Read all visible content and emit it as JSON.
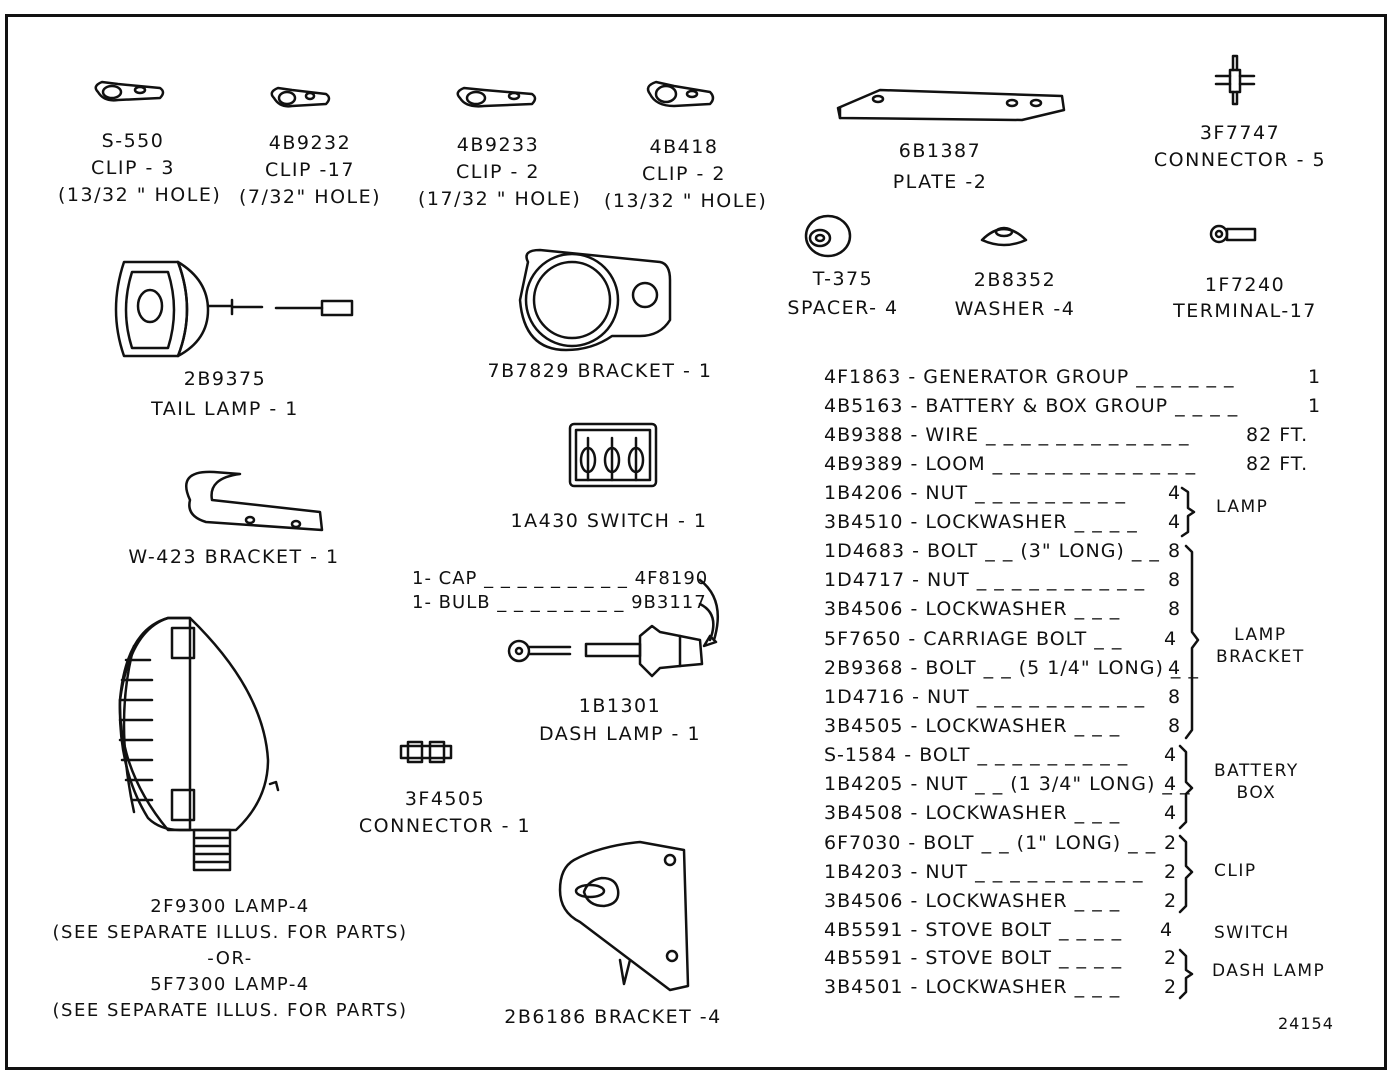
{
  "parts": {
    "s550": {
      "number": "S-550",
      "name": "CLIP - 3",
      "note": "(13/32 \" HOLE)"
    },
    "b9232": {
      "number": "4B9232",
      "name": "CLIP -17",
      "note": "(7/32\" HOLE)"
    },
    "b9233": {
      "number": "4B9233",
      "name": "CLIP - 2",
      "note": "(17/32 \" HOLE)"
    },
    "b418": {
      "number": "4B418",
      "name": "CLIP - 2",
      "note": "(13/32 \" HOLE)"
    },
    "plate": {
      "number": "6B1387",
      "name": "PLATE -2"
    },
    "connector5": {
      "number": "3F7747",
      "name": "CONNECTOR - 5"
    },
    "spacer": {
      "number": "T-375",
      "name": "SPACER- 4"
    },
    "washer": {
      "number": "2B8352",
      "name": "WASHER -4"
    },
    "terminal": {
      "number": "1F7240",
      "name": "TERMINAL-17"
    },
    "taillamp": {
      "number": "2B9375",
      "name": "TAIL LAMP - 1"
    },
    "bracket_7b": {
      "label": "7B7829 BRACKET - 1"
    },
    "switch": {
      "label": "1A430 SWITCH - 1"
    },
    "bracket_w": {
      "label": "W-423 BRACKET - 1"
    },
    "dashlamp": {
      "number": "1B1301",
      "name": "DASH LAMP - 1",
      "cap": "1- CAP",
      "cap_part": "4F8190",
      "bulb": "1- BULB",
      "bulb_part": "9B3117"
    },
    "connector1": {
      "number": "3F4505",
      "name": "CONNECTOR - 1"
    },
    "lamp": {
      "line1": "2F9300 LAMP-4",
      "line2": "(SEE SEPARATE ILLUS. FOR PARTS)",
      "line3": "-OR-",
      "line4": "5F7300 LAMP-4",
      "line5": "(SEE SEPARATE ILLUS. FOR PARTS)"
    },
    "bracket_2b": {
      "label": "2B6186 BRACKET -4"
    }
  },
  "parts_list": [
    {
      "desc": "4F1863 - GENERATOR GROUP _ _ _ _ _ _",
      "qty": "1"
    },
    {
      "desc": "4B5163 - BATTERY & BOX GROUP _ _ _ _",
      "qty": "1"
    },
    {
      "desc": "4B9388 - WIRE _ _ _ _ _ _ _ _ _ _ _ _",
      "qty": "82 FT."
    },
    {
      "desc": "4B9389 - LOOM _ _ _ _ _ _ _ _ _ _ _ _",
      "qty": "82 FT."
    },
    {
      "desc": "1B4206 - NUT _ _ _ _ _ _ _ _ _",
      "qty": "4"
    },
    {
      "desc": "3B4510 - LOCKWASHER _ _ _ _",
      "qty": "4"
    },
    {
      "desc": "1D4683 - BOLT _ _ (3\" LONG) _ _",
      "qty": "8"
    },
    {
      "desc": "1D4717 - NUT _ _ _ _ _ _ _ _ _ _",
      "qty": "8"
    },
    {
      "desc": "3B4506 - LOCKWASHER _ _ _",
      "qty": "8"
    },
    {
      "desc": "5F7650 - CARRIAGE BOLT _ _",
      "qty": "4"
    },
    {
      "desc": "2B9368 - BOLT _ _ (5 1/4\" LONG) _ _",
      "qty": "4"
    },
    {
      "desc": "1D4716 - NUT _ _ _ _ _ _ _ _ _ _",
      "qty": "8"
    },
    {
      "desc": "3B4505 - LOCKWASHER _ _ _",
      "qty": "8"
    },
    {
      "desc": "S-1584 - BOLT _ _ _ _ _ _ _ _ _",
      "qty": "4"
    },
    {
      "desc": "1B4205 - NUT _ _ (1 3/4\" LONG) _ _",
      "qty": "4"
    },
    {
      "desc": "3B4508 - LOCKWASHER _ _ _",
      "qty": "4"
    },
    {
      "desc": "6F7030 - BOLT _ _ (1\" LONG) _ _",
      "qty": "2"
    },
    {
      "desc": "1B4203 - NUT _ _ _ _ _ _ _ _ _ _",
      "qty": "2"
    },
    {
      "desc": "3B4506 - LOCKWASHER _ _ _",
      "qty": "2"
    },
    {
      "desc": "4B5591 - STOVE BOLT _ _ _ _",
      "qty": "4"
    },
    {
      "desc": "4B5591 - STOVE BOLT _ _ _ _",
      "qty": "2"
    },
    {
      "desc": "3B4501 - LOCKWASHER _ _ _",
      "qty": "2"
    }
  ],
  "groups": [
    {
      "id": "lamp",
      "lines": [
        "LAMP"
      ]
    },
    {
      "id": "lamp-bracket",
      "lines": [
        "LAMP",
        "BRACKET"
      ]
    },
    {
      "id": "battery-box",
      "lines": [
        "BATTERY",
        "BOX"
      ]
    },
    {
      "id": "clip",
      "lines": [
        "CLIP"
      ]
    },
    {
      "id": "switch",
      "lines": [
        "SWITCH"
      ]
    },
    {
      "id": "dash-lamp",
      "lines": [
        "DASH LAMP"
      ]
    }
  ],
  "figure_number": "24154"
}
